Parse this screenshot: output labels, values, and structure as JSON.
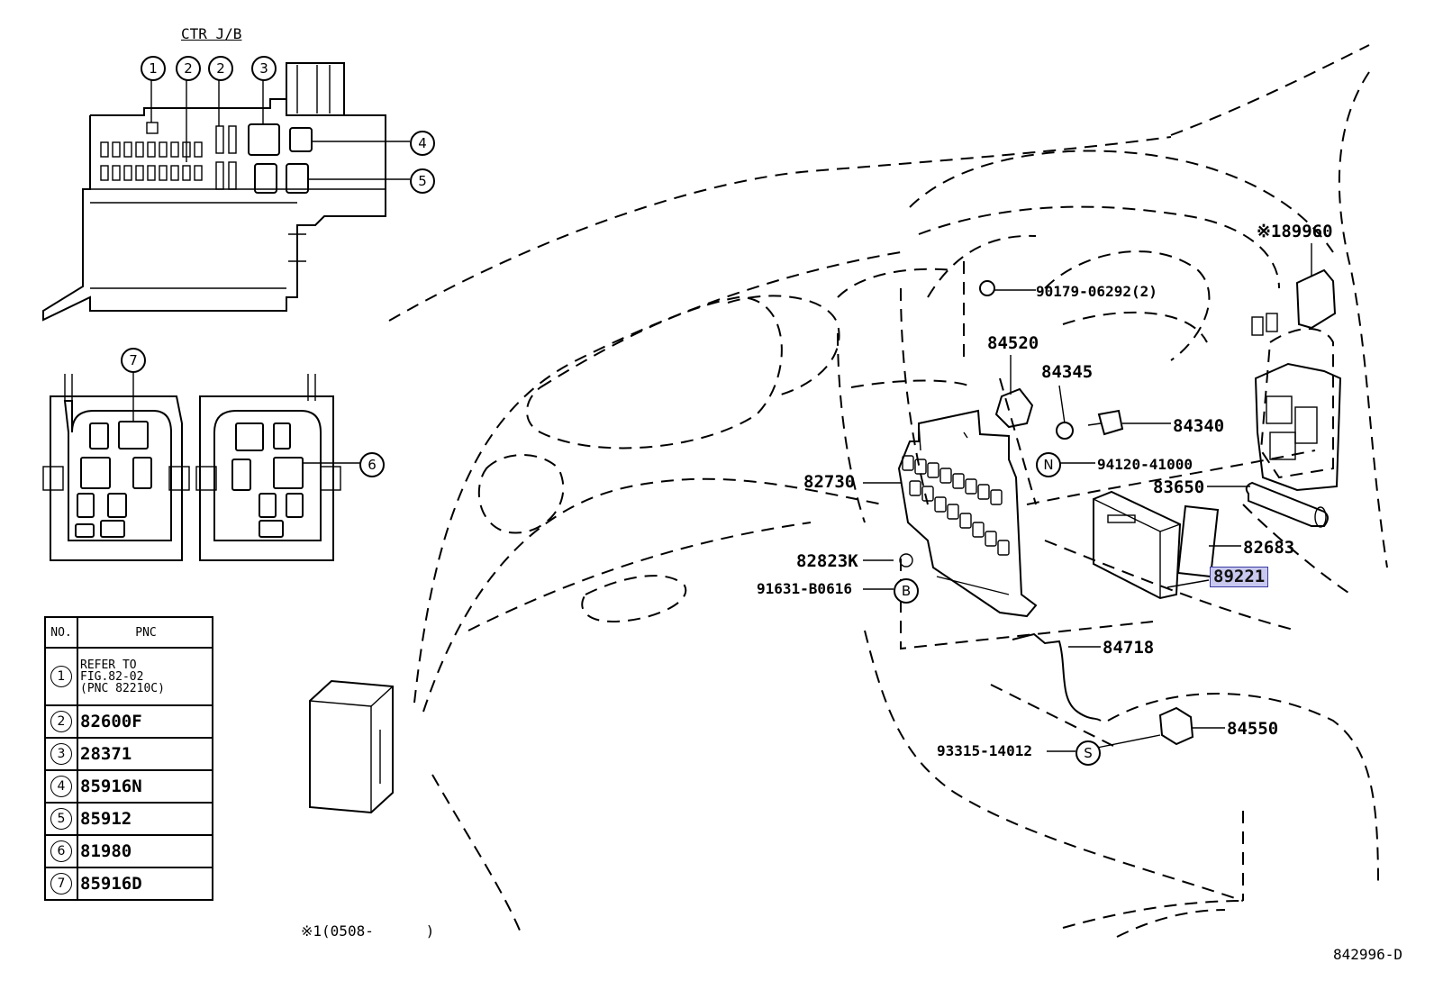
{
  "header": {
    "title": "CTR J/B"
  },
  "inset_callouts": [
    "1",
    "2",
    "2",
    "3",
    "4",
    "5",
    "7",
    "6"
  ],
  "table": {
    "col_no": "NO.",
    "col_pnc": "PNC",
    "rows": [
      {
        "no": "1",
        "pnc": "REFER TO\nFIG.82-02\n(PNC 82210C)"
      },
      {
        "no": "2",
        "pnc": "82600F"
      },
      {
        "no": "3",
        "pnc": "28371"
      },
      {
        "no": "4",
        "pnc": "85916N"
      },
      {
        "no": "5",
        "pnc": "85912"
      },
      {
        "no": "6",
        "pnc": "81980"
      },
      {
        "no": "7",
        "pnc": "85916D"
      }
    ]
  },
  "parts": {
    "p189960": "※189960",
    "p90179": "90179-06292(2)",
    "p84520": "84520",
    "p84345": "84345",
    "p84340": "84340",
    "p94120": "94120-41000",
    "p82730": "82730",
    "p83650": "83650",
    "p82683": "82683",
    "p82823": "82823K",
    "p91631": "91631-B0616",
    "p89221": "89221",
    "p84718": "84718",
    "p84550": "84550",
    "p93315": "93315-14012"
  },
  "fastener_symbols": {
    "n": "N",
    "b": "B",
    "s": "S"
  },
  "footnote": "※1(0508-      )",
  "diagram_id": "842996-D",
  "colors": {
    "highlight_fill": "#c9c9ef",
    "highlight_border": "#3a3aa0"
  }
}
